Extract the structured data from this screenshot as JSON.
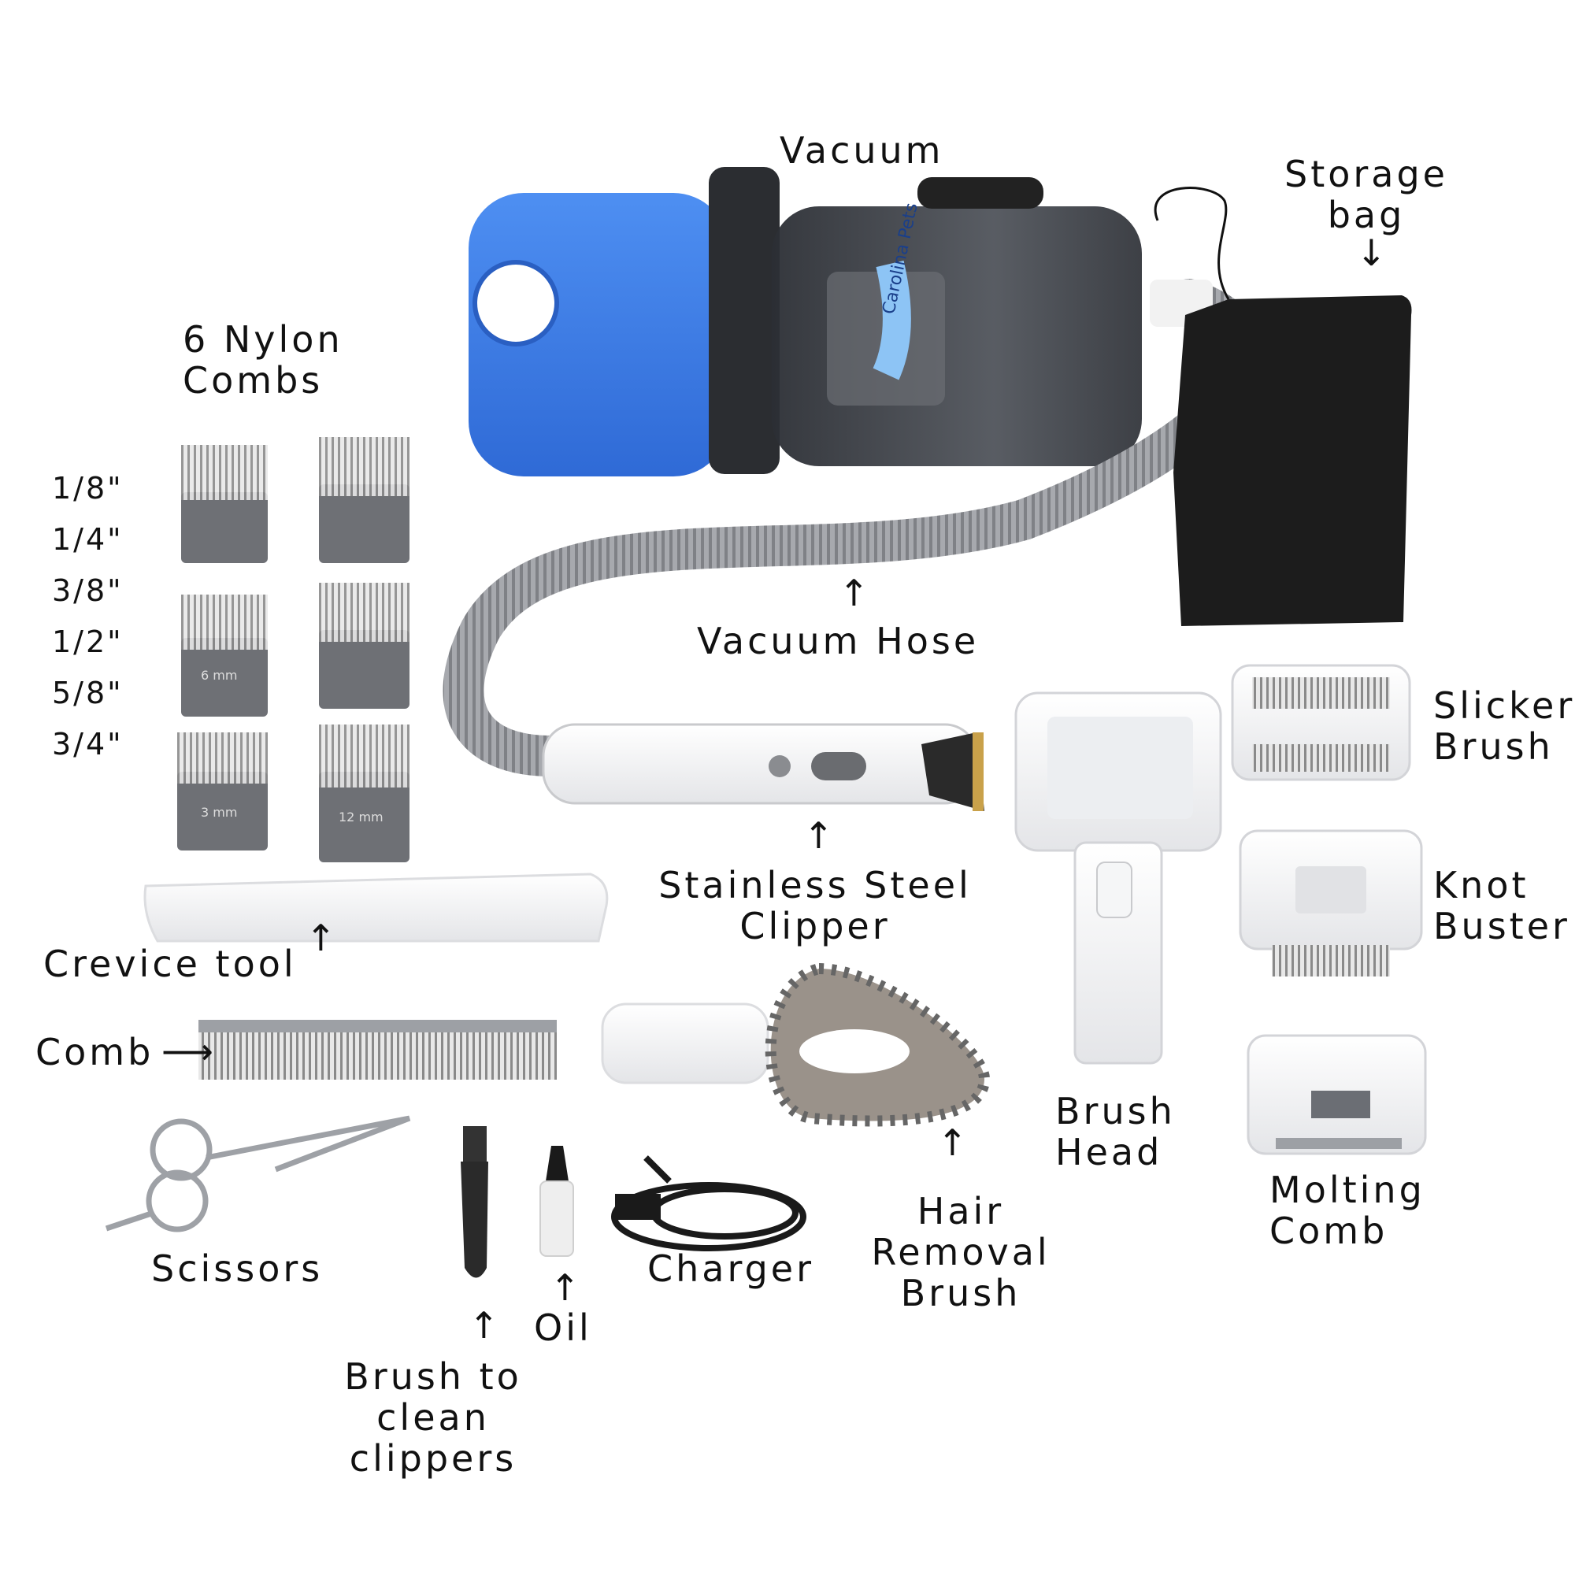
{
  "labels": {
    "vacuum": "Vacuum",
    "storage_bag_1": "Storage",
    "storage_bag_2": "bag",
    "nylon_1": "6 Nylon",
    "nylon_2": "Combs",
    "vacuum_hose": "Vacuum Hose",
    "slicker_1": "Slicker",
    "slicker_2": "Brush",
    "clipper_1": "Stainless Steel",
    "clipper_2": "Clipper",
    "knot_1": "Knot",
    "knot_2": "Buster",
    "crevice": "Crevice tool",
    "comb": "Comb",
    "brush_head_1": "Brush",
    "brush_head_2": "Head",
    "molting_1": "Molting",
    "molting_2": "Comb",
    "hair_1": "Hair",
    "hair_2": "Removal",
    "hair_3": "Brush",
    "scissors": "Scissors",
    "charger": "Charger",
    "oil": "Oil",
    "brush_clean_1": "Brush to",
    "brush_clean_2": "clean",
    "brush_clean_3": "clippers"
  },
  "comb_sizes": [
    "1/8\"",
    "1/4\"",
    "3/8\"",
    "1/2\"",
    "5/8\"",
    "3/4\""
  ],
  "guard_marks": [
    "6 mm",
    "3 mm",
    "12 mm"
  ],
  "brand_text": "Carolina Pets",
  "arrows": {
    "up": "↑",
    "down": "↓",
    "right": "⟶"
  },
  "colors": {
    "vacuum_blue": "#3f7fe6",
    "canister": "#2a2d33",
    "hose": "#9a9ca1",
    "bag": "#1c1c1c",
    "guard": "#6e7075"
  }
}
